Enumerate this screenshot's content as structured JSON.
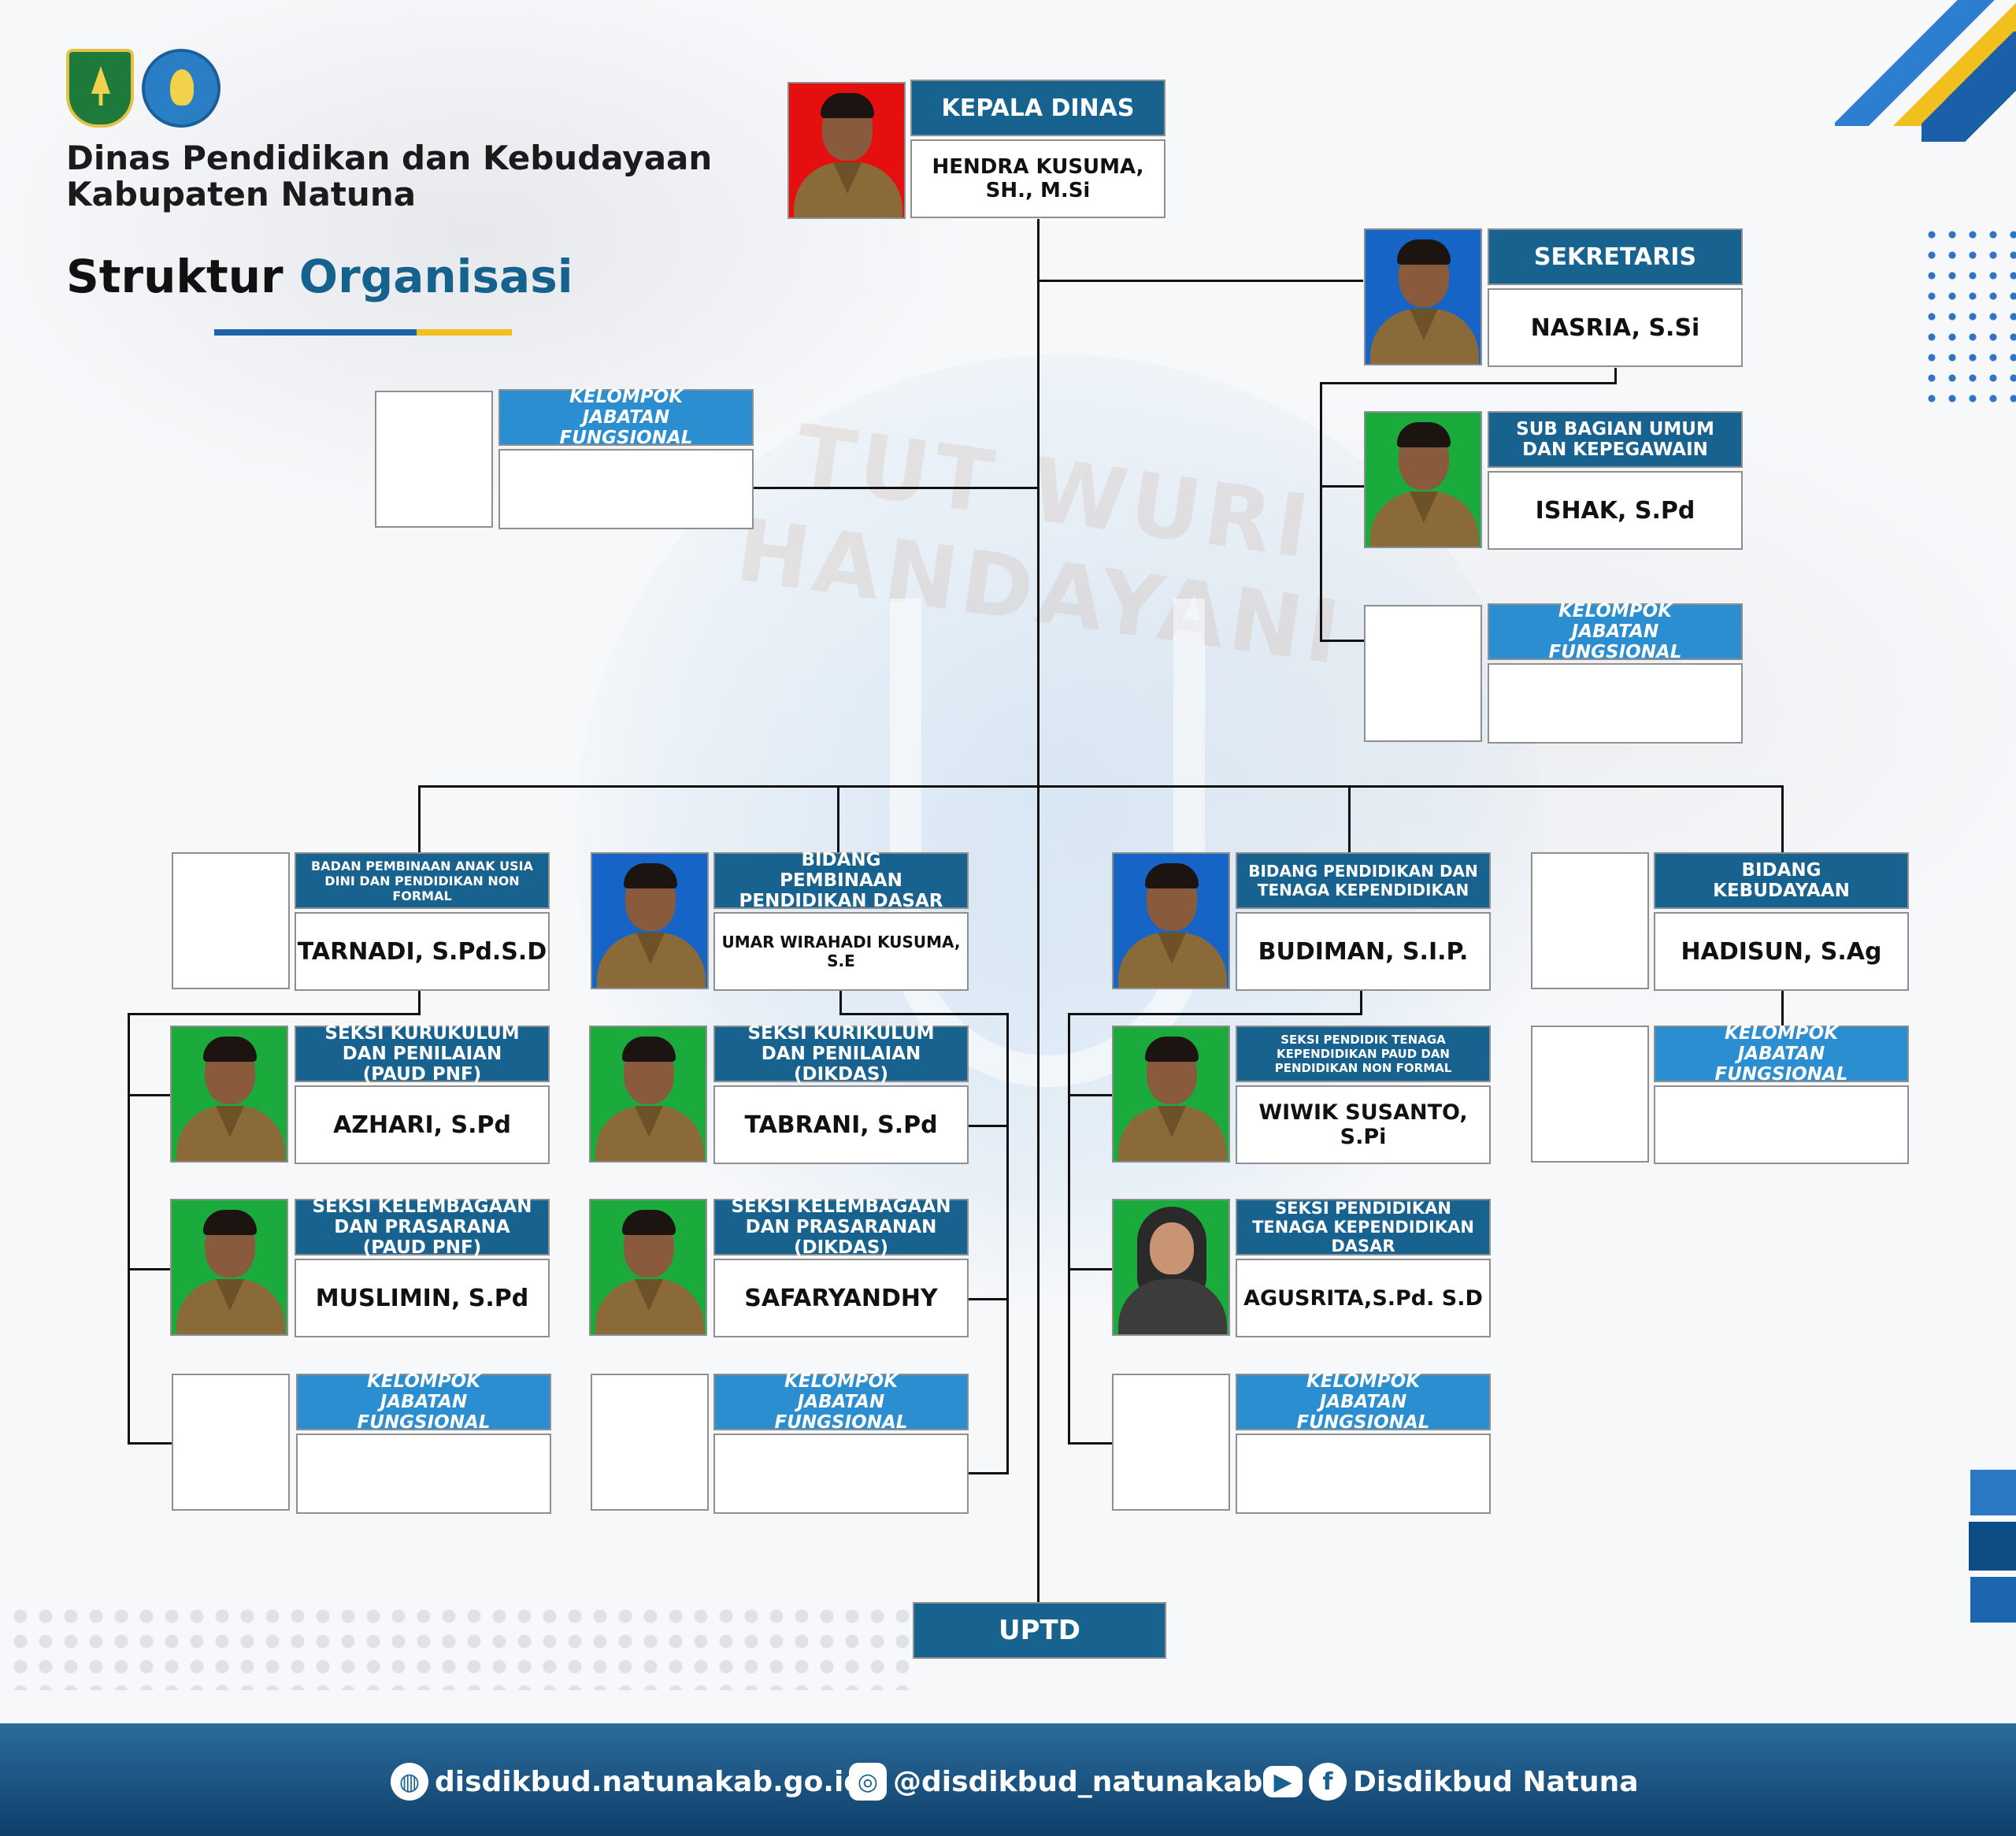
{
  "header": {
    "org_line1": "Dinas Pendidikan dan Kebudayaan",
    "org_line2": "Kabupaten Natuna",
    "title_word1": "Struktur",
    "title_word2": "Organisasi"
  },
  "watermark_text": "TUT WURI HANDAYANI",
  "colors": {
    "header_blue": "#17628f",
    "light_blue": "#2a8ed0",
    "photo_red": "#e50f0f",
    "photo_blue": "#1564c6",
    "photo_green": "#1bab3d",
    "accent_yellow": "#f2c01e",
    "footer_blue": "#0f3f6a"
  },
  "org": {
    "kepala": {
      "title": "KEPALA DINAS",
      "name": "HENDRA KUSUMA, SH., M.Si"
    },
    "sekretaris": {
      "title": "SEKRETARIS",
      "name": "NASRIA, S.Si"
    },
    "subbag": {
      "title": "SUB BAGIAN UMUM DAN KEPEGAWAIN",
      "name": "ISHAK, S.Pd"
    },
    "kjf_sek": {
      "title": "KELOMPOK JABATAN FUNGSIONAL",
      "name": ""
    },
    "kjf_main": {
      "title": "KELOMPOK JABATAN FUNGSIONAL",
      "name": ""
    },
    "bidang_paud": {
      "title": "BADAN PEMBINAAN ANAK USIA DINI DAN PENDIDIKAN NON FORMAL",
      "name": "TARNADI, S.Pd.S.D"
    },
    "seksi_kur_paud": {
      "title": "SEKSI KURUKULUM DAN PENILAIAN (PAUD PNF)",
      "name": "AZHARI, S.Pd"
    },
    "seksi_lem_paud": {
      "title": "SEKSI KELEMBAGAAN DAN PRASARANA (PAUD PNF)",
      "name": "MUSLIMIN, S.Pd"
    },
    "kjf_paud": {
      "title": "KELOMPOK JABATAN FUNGSIONAL",
      "name": ""
    },
    "bidang_dikdas": {
      "title": "BIDANG PEMBINAAN PENDIDIKAN DASAR",
      "name": "UMAR WIRAHADI KUSUMA, S.E"
    },
    "seksi_kur_dikdas": {
      "title": "SEKSI KURIKULUM DAN PENILAIAN (DIKDAS)",
      "name": "TABRANI, S.Pd"
    },
    "seksi_lem_dikdas": {
      "title": "SEKSI KELEMBAGAAN DAN PRASARANAN (DIKDAS)",
      "name": "SAFARYANDHY"
    },
    "kjf_dikdas": {
      "title": "KELOMPOK JABATAN FUNGSIONAL",
      "name": ""
    },
    "bidang_ptk": {
      "title": "BIDANG PENDIDIKAN DAN TENAGA KEPENDIDIKAN",
      "name": "BUDIMAN, S.I.P."
    },
    "seksi_ptk_paud": {
      "title": "SEKSI PENDIDIK TENAGA KEPENDIDIKAN PAUD DAN PENDIDIKAN NON FORMAL",
      "name": "WIWIK SUSANTO, S.Pi"
    },
    "seksi_ptk_dasar": {
      "title": "SEKSI PENDIDIKAN TENAGA KEPENDIDIKAN  DASAR",
      "name": "AGUSRITA,S.Pd. S.D"
    },
    "kjf_ptk": {
      "title": "KELOMPOK JABATAN FUNGSIONAL",
      "name": ""
    },
    "bidang_bud": {
      "title": "BIDANG KEBUDAYAAN",
      "name": "HADISUN, S.Ag"
    },
    "kjf_bud": {
      "title": "KELOMPOK JABATAN FUNGSIONAL",
      "name": ""
    },
    "uptd": "UPTD"
  },
  "footer": {
    "website": "disdikbud.natunakab.go.id",
    "instagram": "@disdikbud_natunakab",
    "social": "Disdikbud Natuna",
    "web_icon": "globe-icon",
    "ig_icon": "instagram-icon",
    "yt_icon": "youtube-icon",
    "fb_icon": "facebook-icon"
  }
}
